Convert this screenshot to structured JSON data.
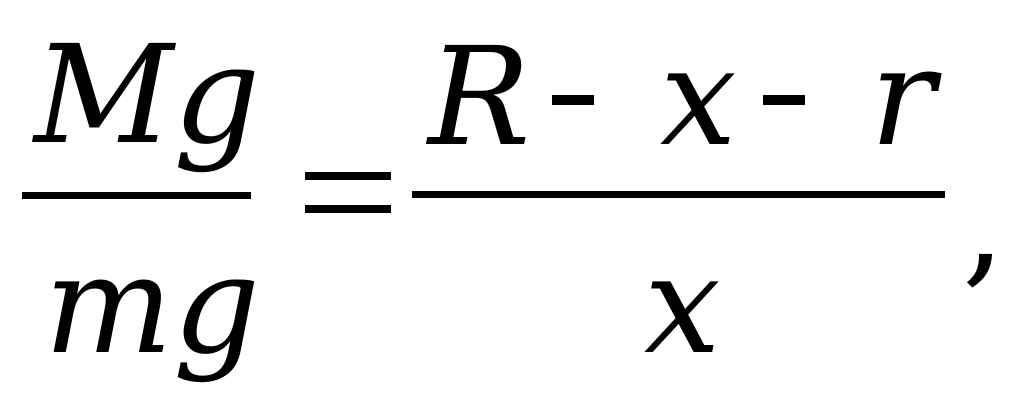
{
  "equation": {
    "left_fraction": {
      "numerator": "Mg",
      "denominator": "mg"
    },
    "relation": "=",
    "right_fraction": {
      "numerator_terms": [
        "R",
        "x",
        "r"
      ],
      "numerator_operators": [
        "-",
        "-"
      ],
      "denominator": "x"
    },
    "trailing_punctuation": ","
  }
}
